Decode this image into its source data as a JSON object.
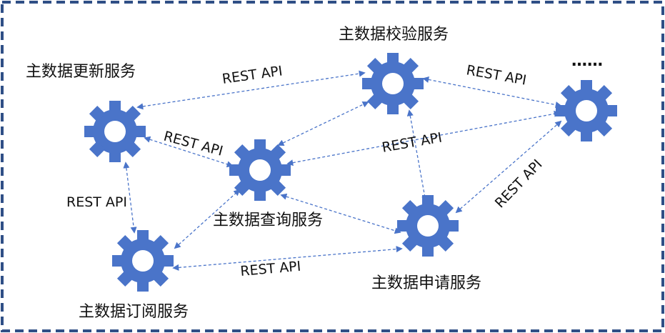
{
  "colors": {
    "border": "#2f4f86",
    "gear": "#4a74c9",
    "arrow": "#4a74c9"
  },
  "ellipsis": "……",
  "services": {
    "update": "主数据更新服务",
    "validate": "主数据校验服务",
    "query": "主数据查询服务",
    "subscribe": "主数据订阅服务",
    "apply": "主数据申请服务"
  },
  "connectors": {
    "update_validate": "REST API",
    "update_query": "REST API",
    "update_subscribe": "REST API",
    "validate_other": "REST API",
    "query_other": "REST API",
    "apply_other": "REST API",
    "subscribe_apply": "REST API"
  }
}
